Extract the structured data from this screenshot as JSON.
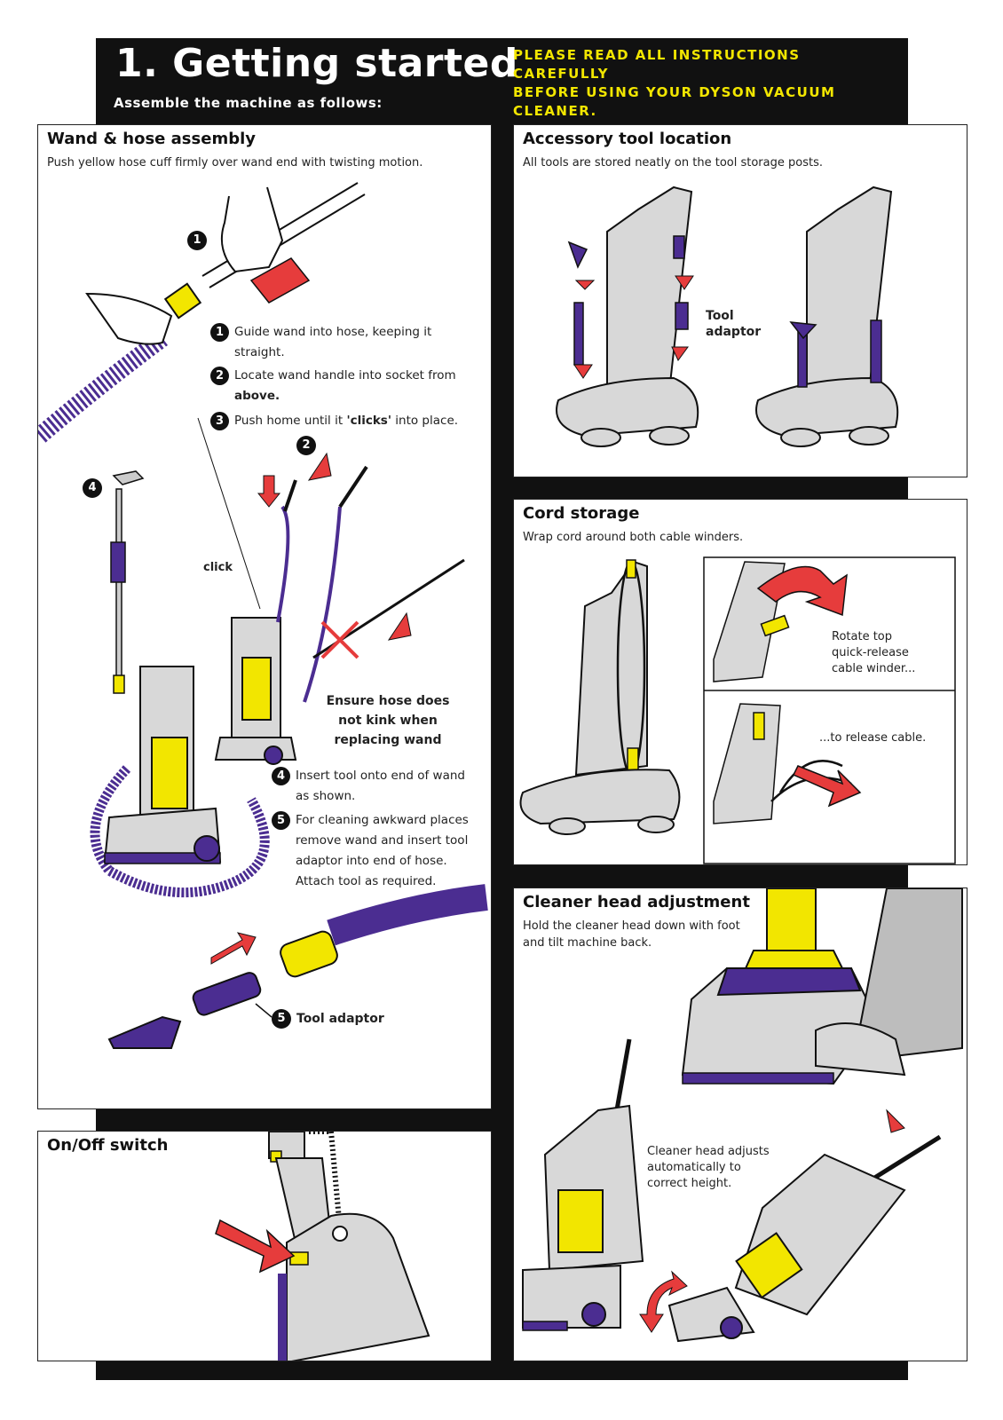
{
  "header": {
    "title": "1. Getting started",
    "subtitle": "Assemble the machine as follows:",
    "warning_line1": "PLEASE READ ALL INSTRUCTIONS CAREFULLY",
    "warning_line2": "BEFORE USING YOUR DYSON VACUUM CLEANER."
  },
  "colors": {
    "accent_yellow": "#f2e600",
    "purple": "#4b2d91",
    "arrow_red": "#e63c3c",
    "body_grey": "#d8d8d8"
  },
  "wand_hose": {
    "title": "Wand & hose assembly",
    "description": "Push yellow hose cuff firmly over wand end with twisting motion.",
    "steps": [
      {
        "num": "1",
        "pre": "Guide wand into hose, keeping it straight.",
        "bold": "",
        "post": ""
      },
      {
        "num": "2",
        "pre": "Locate wand handle into socket from ",
        "bold": "above.",
        "post": ""
      },
      {
        "num": "3",
        "pre": "Push home until it ",
        "bold": "'clicks'",
        "post": " into place."
      },
      {
        "num": "4",
        "pre": "Insert tool onto end of wand as shown.",
        "bold": "",
        "post": ""
      },
      {
        "num": "5",
        "pre": "For cleaning awkward places remove wand and insert tool adaptor into end of hose. Attach tool as required.",
        "bold": "",
        "post": ""
      }
    ],
    "click_label": "click",
    "kink_warning": "Ensure hose does not kink when replacing wand",
    "tool_adaptor_label": "Tool adaptor",
    "badge_1": "1",
    "badge_2": "2",
    "badge_4": "4",
    "badge_5": "5"
  },
  "accessory": {
    "title": "Accessory tool location",
    "description": "All tools are stored neatly on the tool storage posts.",
    "tool_adaptor_label": "Tool adaptor"
  },
  "cord": {
    "title": "Cord storage",
    "description": "Wrap cord around both cable winders.",
    "rotate_label": "Rotate top quick-release cable winder...",
    "release_label": "...to release cable."
  },
  "onoff": {
    "title": "On/Off switch"
  },
  "cleaner_head": {
    "title": "Cleaner head adjustment",
    "description": "Hold the cleaner head down with foot and tilt machine back.",
    "adjust_label": "Cleaner head adjusts automatically to correct height."
  }
}
